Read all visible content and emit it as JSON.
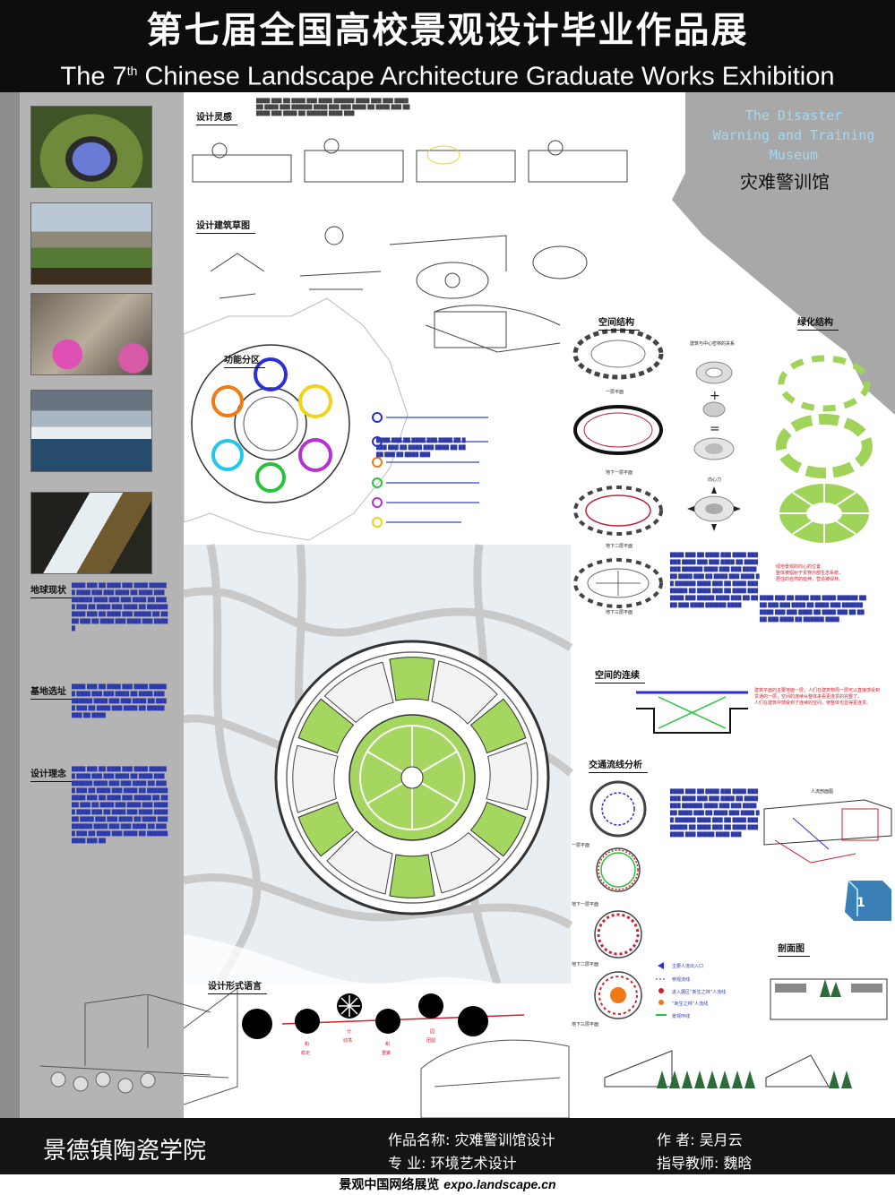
{
  "header": {
    "title_cn": "第七届全国高校景观设计毕业作品展",
    "title_en_pre": "The 7",
    "title_en_sup": "th",
    "title_en_post": " Chinese Landscape Architecture Graduate Works Exhibition"
  },
  "museum": {
    "name_en_line1": "The Disaster",
    "name_en_line2": "Warning and Training",
    "name_en_line3": "Museum",
    "name_cn": "灾难警训馆"
  },
  "sections": {
    "inspiration": "设计灵感",
    "sketch": "设计建筑草图",
    "function_zone": "功能分区",
    "space_structure": "空间结构",
    "greening": "绿化结构",
    "space_connect": "空间的连续",
    "traffic": "交通流线分析",
    "form_language": "设计形式语言",
    "section": "剖面图",
    "status": "地球现状",
    "site": "基地选址",
    "concept": "设计理念"
  },
  "plan_labels": {
    "first_floor": "一层平面",
    "b1": "地下一层平面",
    "b2": "地下二层平面",
    "b3": "地下三层平面",
    "relation": "建筑与中心密林的关系",
    "opening": "向心力",
    "people_section": "人流剖面图"
  },
  "form_steps": {
    "s1_a": "和",
    "s1_b": "稳定",
    "s2_a": "分",
    "s2_b": "动荡",
    "s3_a": "和",
    "s3_b": "重聚",
    "s4_a": "园",
    "s4_b": "团圆"
  },
  "traffic_legend": [
    "主要人流出入口",
    "参观流线",
    "进入展区“新生之林”人流线",
    "“新生之林”人流线",
    "景观环线"
  ],
  "greening_note": "绿地景观的向心的位置\n整体被辐射于贯穿内部生态系统，\n居住的自然的延伸，营造被绿林。",
  "connect_note": "建筑平面的主要地面一层，人们在建筑物周一层可以直接感受到\n贯通的一层，空间的连续从整体来看更连贯的完整了，\n人们在建筑中感受到了连续的空间，使整体也显得更连贯。",
  "page_number": "1",
  "bottom": {
    "school": "景德镇陶瓷学院",
    "work_label": "作品名称:",
    "work_name": "灾难警训馆设计",
    "major_label": "专    业:",
    "major": "环境艺术设计",
    "author_label": "作    者:",
    "author": "吴月云",
    "advisor_label": "指导教师:",
    "advisor": "魏晗"
  },
  "footer": {
    "cn": "景观中国网络展览",
    "url": "expo.landscape.cn"
  },
  "colors": {
    "header_bg": "#0d0d0d",
    "left_panel": "#b4b4b4",
    "accent_blue": "#2d3aa8",
    "green": "#9fd35a",
    "map_grey": "#a8a8a8"
  }
}
